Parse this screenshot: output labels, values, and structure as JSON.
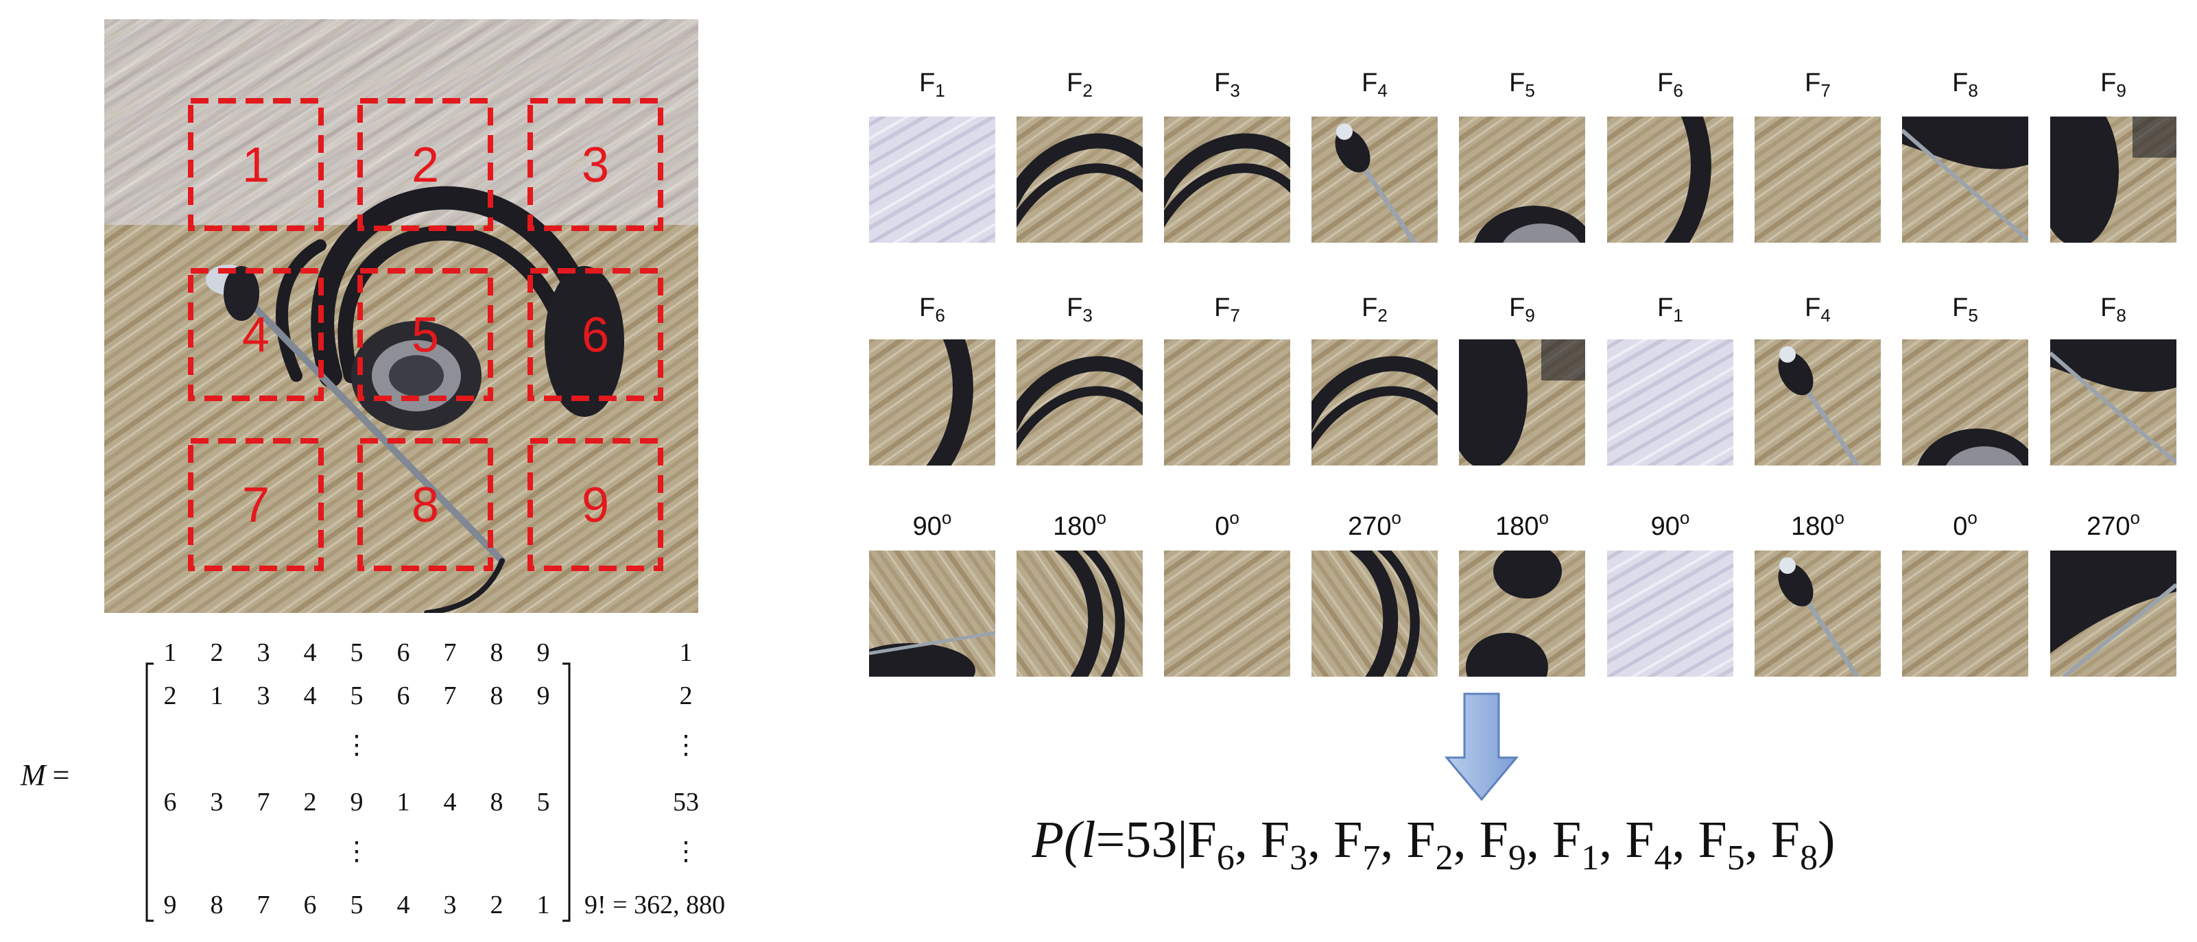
{
  "source_image": {
    "patch_numbers": [
      "1",
      "2",
      "3",
      "4",
      "5",
      "6",
      "7",
      "8",
      "9"
    ],
    "icon": "headset-photo-icon"
  },
  "matrix": {
    "symbol": "M",
    "equals": "=",
    "rows": [
      {
        "values": [
          "1",
          "2",
          "3",
          "4",
          "5",
          "6",
          "7",
          "8",
          "9"
        ],
        "label": "1"
      },
      {
        "values": [
          "2",
          "1",
          "3",
          "4",
          "5",
          "6",
          "7",
          "8",
          "9"
        ],
        "label": "2"
      },
      {
        "values": [
          "6",
          "3",
          "7",
          "2",
          "9",
          "1",
          "4",
          "8",
          "5"
        ],
        "label": "53"
      },
      {
        "values": [
          "9",
          "8",
          "7",
          "6",
          "5",
          "4",
          "3",
          "2",
          "1"
        ],
        "label": "9! = 362, 880"
      }
    ],
    "vdots": "⋮"
  },
  "tiles": {
    "row1_labels": [
      {
        "F": "F",
        "n": "1"
      },
      {
        "F": "F",
        "n": "2"
      },
      {
        "F": "F",
        "n": "3"
      },
      {
        "F": "F",
        "n": "4"
      },
      {
        "F": "F",
        "n": "5"
      },
      {
        "F": "F",
        "n": "6"
      },
      {
        "F": "F",
        "n": "7"
      },
      {
        "F": "F",
        "n": "8"
      },
      {
        "F": "F",
        "n": "9"
      }
    ],
    "row2_labels": [
      {
        "F": "F",
        "n": "6"
      },
      {
        "F": "F",
        "n": "3"
      },
      {
        "F": "F",
        "n": "7"
      },
      {
        "F": "F",
        "n": "2"
      },
      {
        "F": "F",
        "n": "9"
      },
      {
        "F": "F",
        "n": "1"
      },
      {
        "F": "F",
        "n": "4"
      },
      {
        "F": "F",
        "n": "5"
      },
      {
        "F": "F",
        "n": "8"
      }
    ],
    "row3_labels": [
      {
        "deg": "90",
        "unit": "o"
      },
      {
        "deg": "180",
        "unit": "o"
      },
      {
        "deg": "0",
        "unit": "o"
      },
      {
        "deg": "270",
        "unit": "o"
      },
      {
        "deg": "180",
        "unit": "o"
      },
      {
        "deg": "90",
        "unit": "o"
      },
      {
        "deg": "180",
        "unit": "o"
      },
      {
        "deg": "0",
        "unit": "o"
      },
      {
        "deg": "270",
        "unit": "o"
      }
    ]
  },
  "arrow": {
    "icon": "down-arrow-icon",
    "color": "#8fb0de"
  },
  "formula": {
    "prefix": "P(",
    "var": "l",
    "rest": "=53|",
    "terms": [
      {
        "F": "F",
        "n": "6"
      },
      {
        "F": "F",
        "n": "3"
      },
      {
        "F": "F",
        "n": "7"
      },
      {
        "F": "F",
        "n": "2"
      },
      {
        "F": "F",
        "n": "9"
      },
      {
        "F": "F",
        "n": "1"
      },
      {
        "F": "F",
        "n": "4"
      },
      {
        "F": "F",
        "n": "5"
      },
      {
        "F": "F",
        "n": "8"
      }
    ],
    "sep": ", ",
    "suffix": ")"
  },
  "colors": {
    "grid_box": "#e3191d",
    "wood": "#b9aa8c"
  }
}
